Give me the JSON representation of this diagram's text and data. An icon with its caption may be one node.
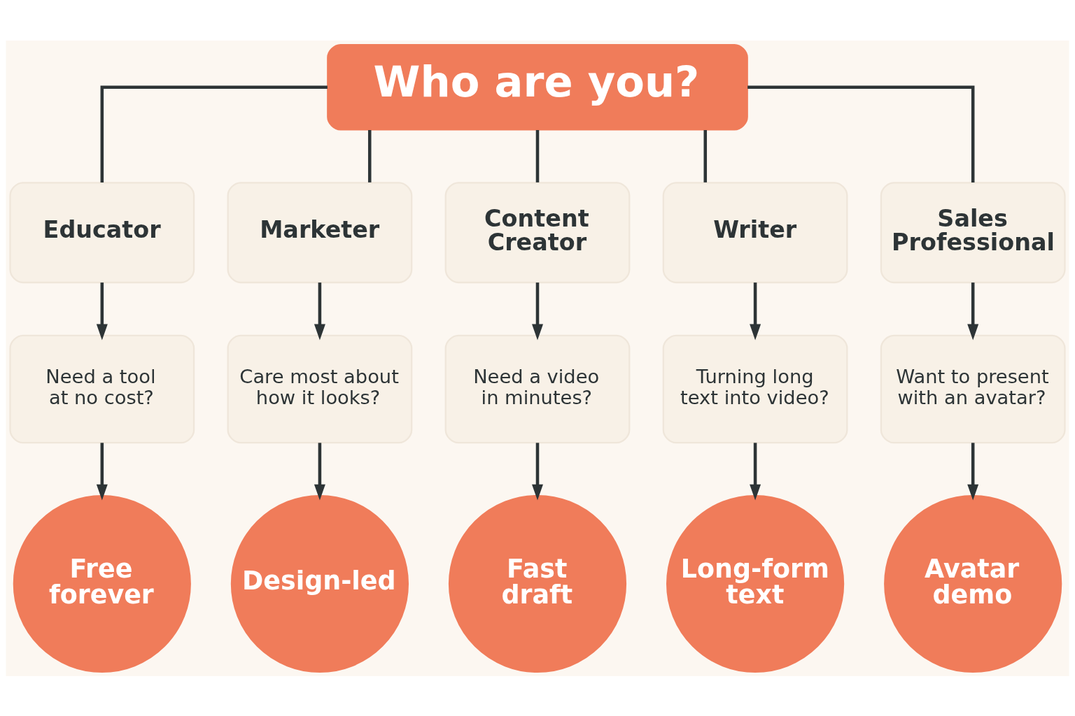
{
  "diagram": {
    "nodes": [
      {
        "text": [
          "Who are you?"
        ]
      },
      {
        "text": [
          "Educator"
        ]
      },
      {
        "text": [
          "Marketer"
        ]
      },
      {
        "text": [
          "Content Creator"
        ]
      },
      {
        "text": [
          "Writer"
        ]
      },
      {
        "text": [
          "Sales Professional"
        ]
      },
      {
        "text": [
          "Need a tool at no cost?"
        ]
      },
      {
        "text": [
          "Care most about how it looks?"
        ]
      },
      {
        "text": [
          "Need a video in minutes?"
        ]
      },
      {
        "text": [
          "Turning long text into video?"
        ]
      },
      {
        "text": [
          "Want to present with an avatar?"
        ]
      },
      {
        "text": [
          "Free forever"
        ]
      },
      {
        "text": [
          "Design-led"
        ]
      },
      {
        "text": [
          "Fast draft"
        ]
      },
      {
        "text": [
          "Long-form text"
        ]
      },
      {
        "text": [
          "Avatar demo"
        ]
      }
    ],
    "edges": [
      {
        "from": 0,
        "to": 1,
        "arrow": "none"
      },
      {
        "from": 0,
        "to": 2,
        "arrow": "none"
      },
      {
        "from": 0,
        "to": 3,
        "arrow": "none"
      },
      {
        "from": 0,
        "to": 4,
        "arrow": "none"
      },
      {
        "from": 0,
        "to": 5,
        "arrow": "none"
      },
      {
        "from": 1,
        "to": 6,
        "arrow": "to"
      },
      {
        "from": 2,
        "to": 7,
        "arrow": "to"
      },
      {
        "from": 3,
        "to": 8,
        "arrow": "to"
      },
      {
        "from": 4,
        "to": 9,
        "arrow": "to"
      },
      {
        "from": 5,
        "to": 10,
        "arrow": "to"
      },
      {
        "from": 6,
        "to": 11,
        "arrow": "to"
      },
      {
        "from": 7,
        "to": 12,
        "arrow": "to"
      },
      {
        "from": 8,
        "to": 13,
        "arrow": "to"
      },
      {
        "from": 9,
        "to": 14,
        "arrow": "to"
      },
      {
        "from": 10,
        "to": 15,
        "arrow": "to"
      }
    ]
  }
}
